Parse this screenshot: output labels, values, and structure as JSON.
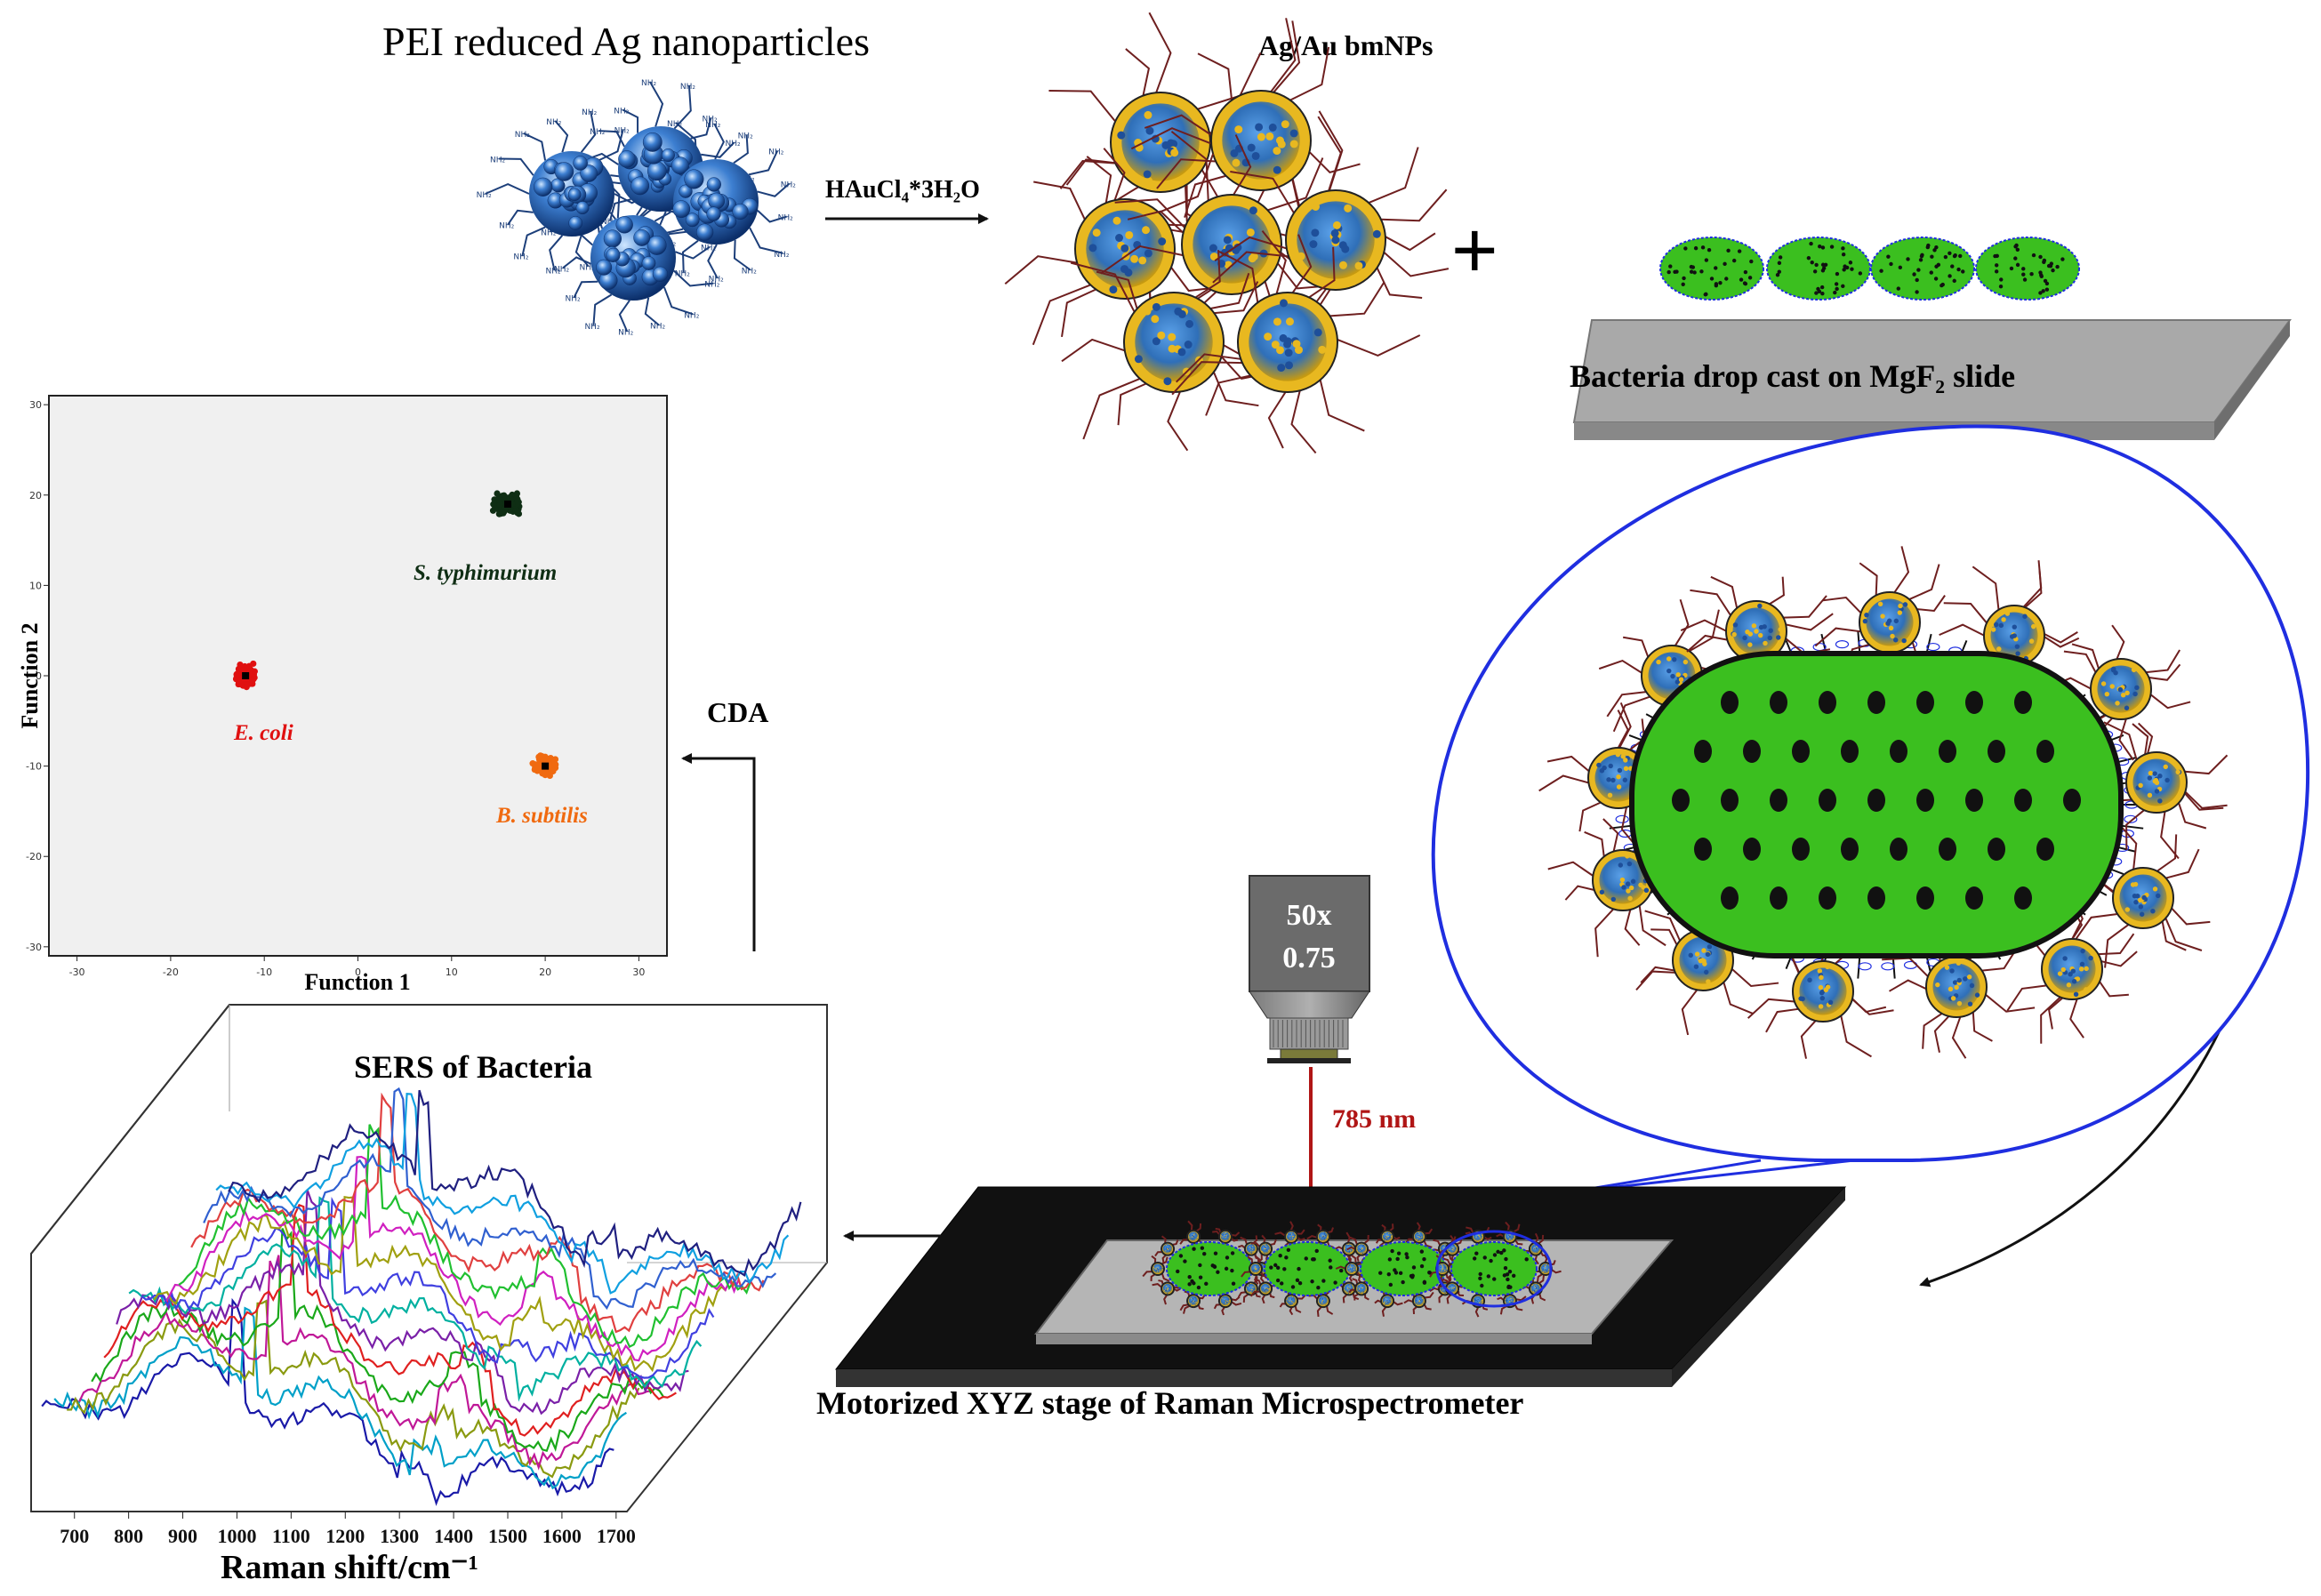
{
  "labels": {
    "pei_title": "PEI reduced Ag nanoparticles",
    "reagent": "HAuCl₄*3H₂O",
    "bmnps_title": "Ag/Au bmNPs",
    "plus": "+",
    "slide_label": "Bacteria drop cast on MgF₂ slide",
    "cda": "CDA",
    "objective_mag": "50x",
    "objective_na": "0.75",
    "laser": "785 nm",
    "stage_label": "Motorized XYZ stage of Raman Microspectrometer",
    "sers_title": "SERS of Bacteria",
    "amine": "NH₂"
  },
  "colors": {
    "ag_blue": "#3d7fd1",
    "au_gold": "#e8b820",
    "ligand": "#6e1f1f",
    "bacteria_green": "#3bbf1f",
    "callout_blue": "#1f2ee0",
    "laser_red": "#b01515",
    "ecoli": "#e01010",
    "styph": "#0f2e14",
    "bsub": "#f06a10"
  },
  "chart_data": [
    {
      "type": "scatter",
      "xlabel": "Function 1",
      "ylabel": "Function 2",
      "xticks": [
        "-30",
        "-20",
        "-10",
        "0",
        "10",
        "20",
        "30"
      ],
      "yticks": [
        "30",
        "20",
        "10",
        "0",
        "-10",
        "-20",
        "-30"
      ],
      "xlim": [
        -33,
        33
      ],
      "ylim": [
        -31,
        31
      ],
      "series": [
        {
          "name": "S. typhimurium",
          "color": "#0f2e14",
          "center": [
            16,
            19
          ],
          "spread": [
            1.4,
            1.1
          ]
        },
        {
          "name": "E. coli",
          "color": "#e01010",
          "center": [
            -12,
            0
          ],
          "spread": [
            1.0,
            1.0
          ]
        },
        {
          "name": "B. subtilis",
          "color": "#f06a10",
          "center": [
            20,
            -10
          ],
          "spread": [
            1.0,
            1.0
          ]
        }
      ]
    },
    {
      "type": "line",
      "title": "SERS of Bacteria",
      "xlabel": "Raman shift/cm⁻¹",
      "xticks": [
        "700",
        "800",
        "900",
        "1000",
        "1100",
        "1200",
        "1300",
        "1400",
        "1500",
        "1600",
        "1700"
      ],
      "xlim": [
        620,
        1720
      ],
      "series_colors": [
        "#1a1aa8",
        "#00a0c8",
        "#8a9a10",
        "#c01898",
        "#1aa81a",
        "#e02020",
        "#7a20a8",
        "#00b0a0",
        "#4040e0",
        "#a0a010",
        "#d020c0",
        "#20c030",
        "#e04040",
        "#3060d0",
        "#10a0e0",
        "#202080"
      ]
    }
  ]
}
